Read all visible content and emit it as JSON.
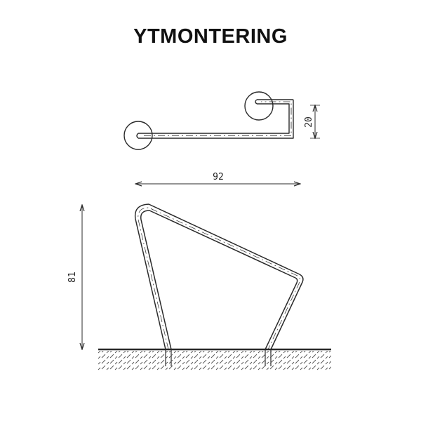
{
  "title": "YTMONTERING",
  "dimensions": {
    "height_top_view": "20",
    "width": "92",
    "height_side_view": "81"
  },
  "colors": {
    "line": "#2a2a2a",
    "background": "#ffffff"
  }
}
